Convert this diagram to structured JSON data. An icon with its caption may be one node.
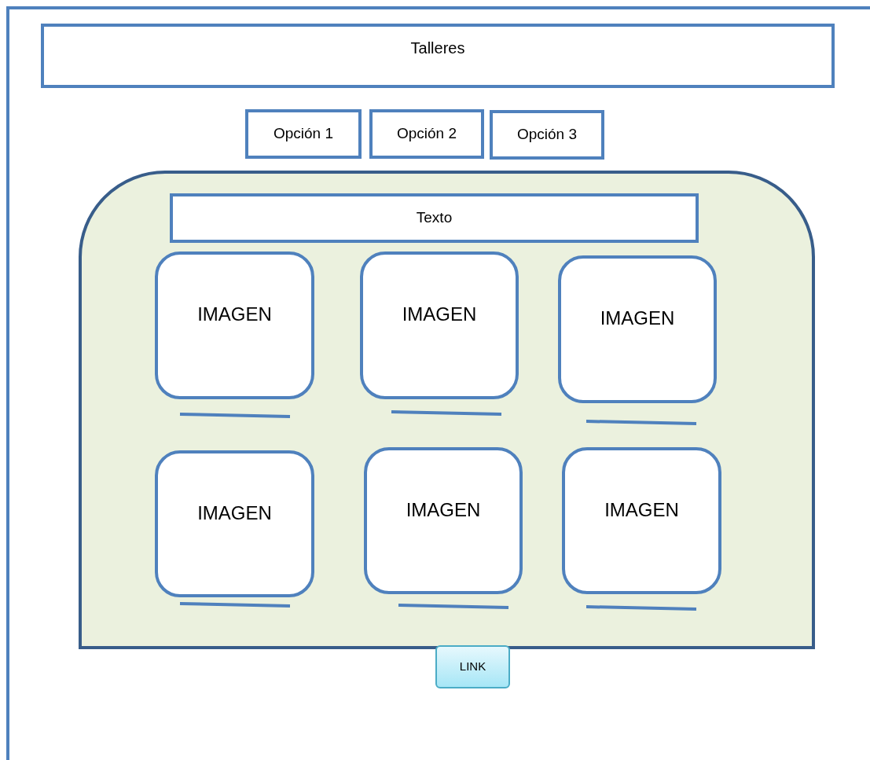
{
  "diagram": {
    "nodes": [
      {
        "text": [
          "Talleres"
        ]
      },
      {
        "text": [
          "Opción 1"
        ]
      },
      {
        "text": [
          "Opción 2"
        ]
      },
      {
        "text": [
          "Opción 3"
        ]
      },
      {
        "text": [],
        "shape": "box"
      },
      {
        "text": [
          "Texto"
        ],
        "in": 4
      },
      {
        "text": [
          "IMAGEN"
        ],
        "in": 4
      },
      {
        "text": [
          "IMAGEN"
        ],
        "in": 4
      },
      {
        "text": [
          "IMAGEN"
        ],
        "in": 4
      },
      {
        "text": [
          "IMAGEN"
        ],
        "in": 4
      },
      {
        "text": [
          "IMAGEN"
        ],
        "in": 4
      },
      {
        "text": [
          "IMAGEN"
        ],
        "in": 4
      },
      {
        "text": [
          "LINK"
        ]
      }
    ]
  }
}
